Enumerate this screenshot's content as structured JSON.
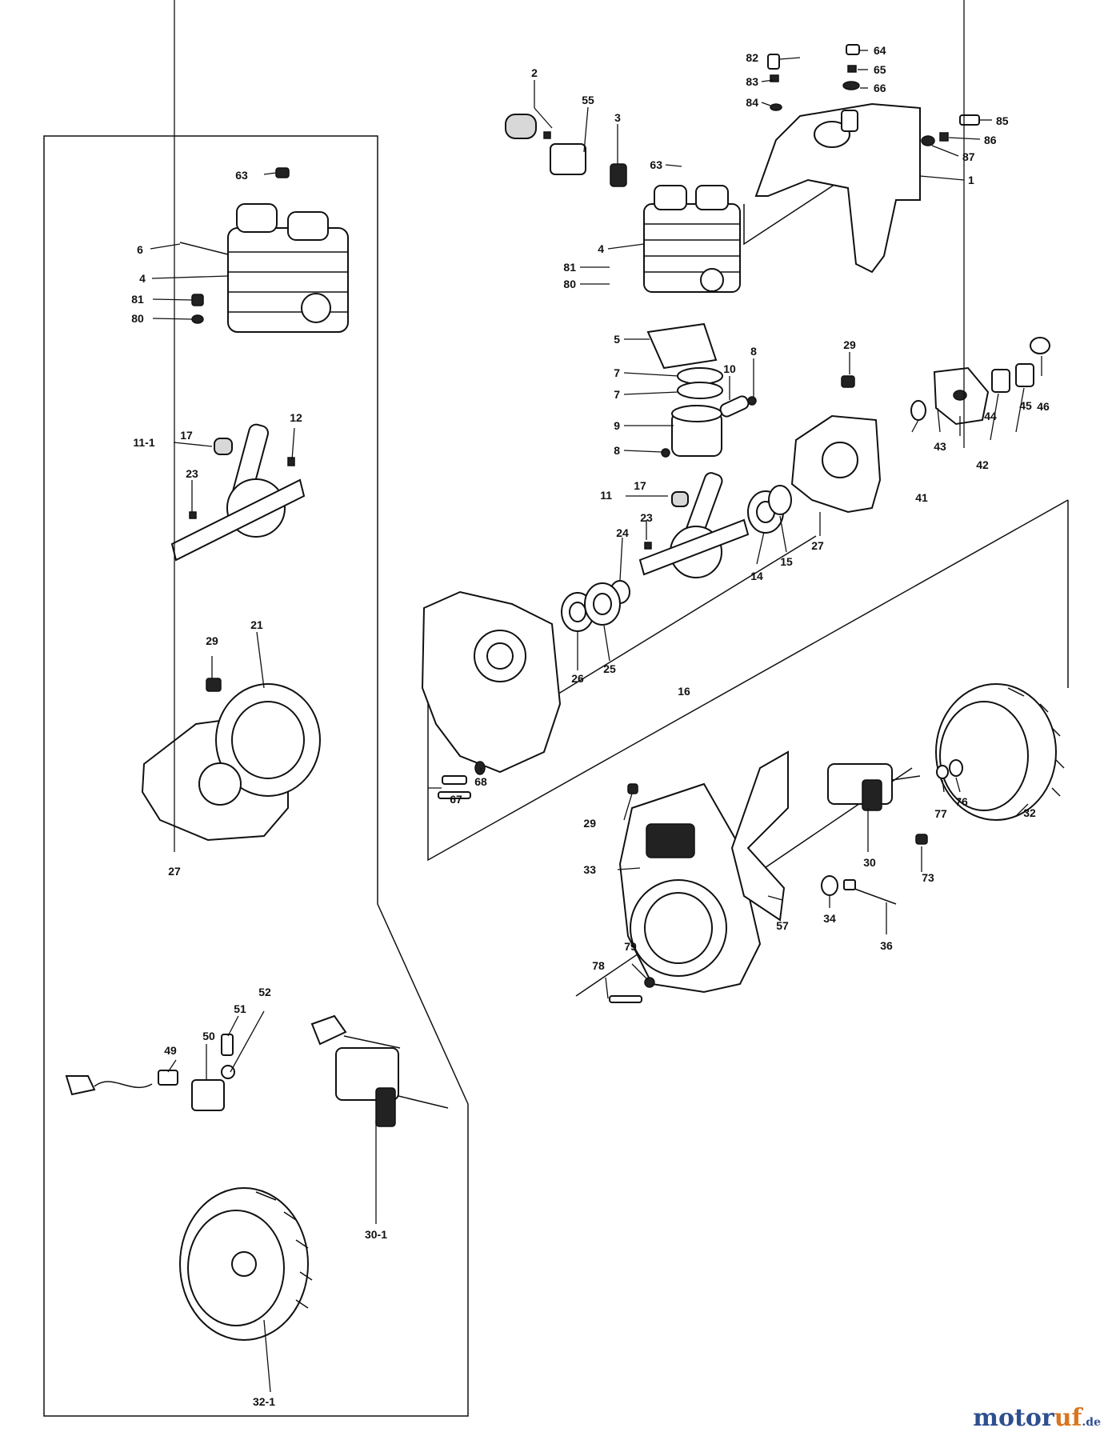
{
  "callouts": {
    "c_2": "2",
    "c_55": "55",
    "c_3": "3",
    "c_82": "82",
    "c_83": "83",
    "c_84": "84",
    "c_64": "64",
    "c_65": "65",
    "c_66": "66",
    "c_85": "85",
    "c_86": "86",
    "c_87": "87",
    "c_1": "1",
    "c_63a": "63",
    "c_4a": "4",
    "c_81a": "81",
    "c_80a": "80",
    "c_5": "5",
    "c_7a": "7",
    "c_7b": "7",
    "c_8a": "8",
    "c_10": "10",
    "c_9": "9",
    "c_8b": "8",
    "c_29a": "29",
    "c_44": "44",
    "c_45": "45",
    "c_46": "46",
    "c_43": "43",
    "c_42": "42",
    "c_41": "41",
    "c_11": "11",
    "c_17a": "17",
    "c_23a": "23",
    "c_24": "24",
    "c_14": "14",
    "c_15": "15",
    "c_27a": "27",
    "c_26": "26",
    "c_25": "25",
    "c_16": "16",
    "c_67": "67",
    "c_68": "68",
    "c_29b": "29",
    "c_33": "33",
    "c_57": "57",
    "c_30": "30",
    "c_73": "73",
    "c_77": "77",
    "c_76": "76",
    "c_32": "32",
    "c_34": "34",
    "c_36": "36",
    "c_78": "78",
    "c_79": "79",
    "c_63b": "63",
    "c_6": "6",
    "c_4b": "4",
    "c_81b": "81",
    "c_80b": "80",
    "c_11_1": "11-1",
    "c_17b": "17",
    "c_12": "12",
    "c_23b": "23",
    "c_29c": "29",
    "c_21": "21",
    "c_27b": "27",
    "c_49": "49",
    "c_50": "50",
    "c_51": "51",
    "c_52": "52",
    "c_30_1": "30-1",
    "c_32_1": "32-1"
  },
  "logo": {
    "part_a": "motor",
    "part_b": "uf",
    "suffix": ".de"
  }
}
